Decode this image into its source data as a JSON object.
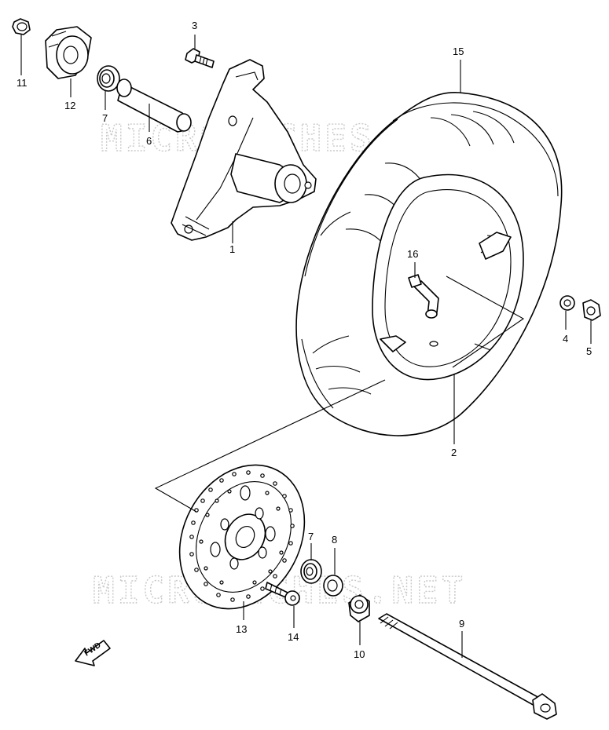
{
  "watermark": "MICROFICHES.NET",
  "direction_label": "FWD",
  "callouts": {
    "p1": "1",
    "p2": "2",
    "p3": "3",
    "p4": "4",
    "p5": "5",
    "p6": "6",
    "p7a": "7",
    "p7b": "7",
    "p8": "8",
    "p9": "9",
    "p10": "10",
    "p11": "11",
    "p12": "12",
    "p13": "13",
    "p14": "14",
    "p15": "15",
    "p16": "16"
  },
  "icons": {
    "direction": "fwd-arrow-icon"
  }
}
